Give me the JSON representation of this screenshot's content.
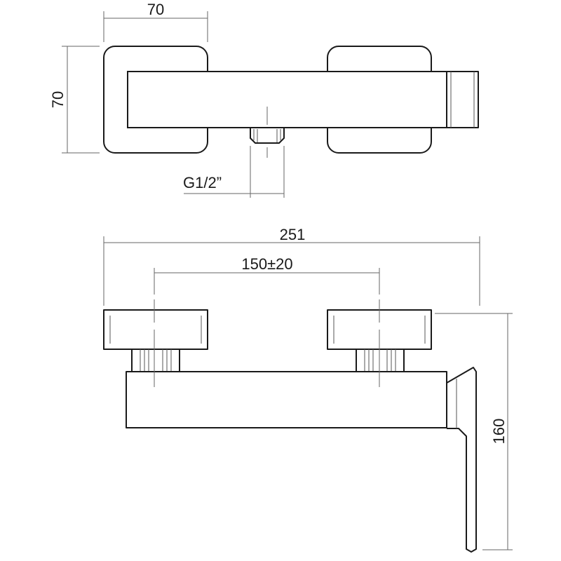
{
  "dimensions": {
    "top_width": "70",
    "top_depth": "70",
    "thread": "G1/2”",
    "total_width": "251",
    "center_distance": "150±20",
    "height": "160"
  }
}
